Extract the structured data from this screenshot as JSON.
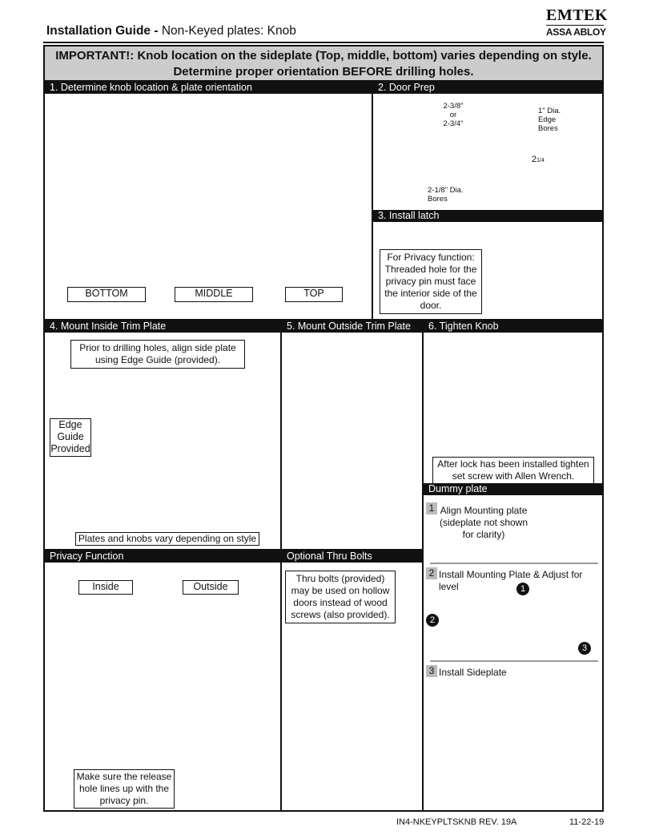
{
  "header": {
    "title_bold": "Installation Guide -",
    "title_rest": " Non-Keyed plates: Knob",
    "brand": "EMTEK",
    "brand_sub": "ASSA ABLOY"
  },
  "banner": {
    "line1": "IMPORTANT!: Knob location on the sideplate (Top, middle, bottom) varies depending on style.",
    "line2": "Determine proper orientation BEFORE drilling holes."
  },
  "sections": {
    "s1": {
      "title": "1. Determine knob location & plate orientation",
      "labels": [
        "BOTTOM",
        "MIDDLE",
        "TOP"
      ]
    },
    "s2": {
      "title": "2. Door Prep",
      "dim_backset": "2-3/8\"\nor\n2-3/4\"",
      "dim_edge": "1\" Dia.\nEdge Bores",
      "dim_height": "2",
      "dim_height_frac_num": "1",
      "dim_height_frac_den": "4",
      "dim_bore": "2-1/8\" Dia.\nBores"
    },
    "s3": {
      "title": "3. Install latch",
      "note": "For Privacy function: Threaded hole for the privacy pin must face the interior side of the door."
    },
    "s4": {
      "title": "4. Mount Inside Trim Plate",
      "note": "Prior to drilling holes, align side plate using Edge Guide (provided).",
      "edge_guide": "Edge\nGuide\nProvided",
      "footer_note": "Plates and knobs vary depending on style"
    },
    "s5": {
      "title": "5. Mount Outside Trim Plate"
    },
    "s6": {
      "title": "6. Tighten Knob",
      "note": "After lock has been installed tighten set screw with Allen Wrench."
    },
    "dummy": {
      "title": "Dummy plate",
      "step1_num": "1",
      "step1_text": "Align Mounting plate (sideplate not shown for clarity)",
      "step2_num": "2",
      "step2_text": "Install Mounting Plate & Adjust for level",
      "step3_num": "3",
      "step3_text": "Install Sideplate",
      "callouts": [
        "1",
        "2",
        "3"
      ]
    },
    "privacy": {
      "title": "Privacy Function",
      "inside": "Inside",
      "outside": "Outside",
      "note": "Make sure the release hole lines up with the privacy pin."
    },
    "thru": {
      "title": "Optional Thru Bolts",
      "note": "Thru bolts (provided) may be used on hollow doors instead of wood screws (also provided)."
    }
  },
  "footer": {
    "doc_id": "IN4-NKEYPLTSKNB  REV. 19A",
    "date": "11-22-19"
  }
}
